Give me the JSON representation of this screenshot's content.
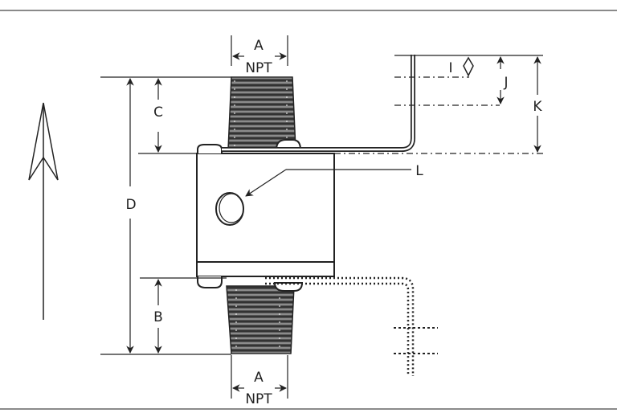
{
  "diagram": {
    "type": "technical-dimension-drawing",
    "subject": "pipe fitting clamp with mounting bracket",
    "colors": {
      "line": "#222222",
      "frame": "#8a8a8a",
      "background": "#ffffff"
    },
    "labels": {
      "top_thread_width": "A",
      "top_thread_type": "NPT",
      "bottom_thread_width": "A",
      "bottom_thread_type": "NPT",
      "top_thread_length": "C",
      "bottom_thread_length": "B",
      "overall_length": "D",
      "bracket_offset_i": "I",
      "bracket_offset_j": "J",
      "bracket_height": "K",
      "port_callout": "L"
    },
    "direction_indicator": "flow-arrow-up"
  }
}
